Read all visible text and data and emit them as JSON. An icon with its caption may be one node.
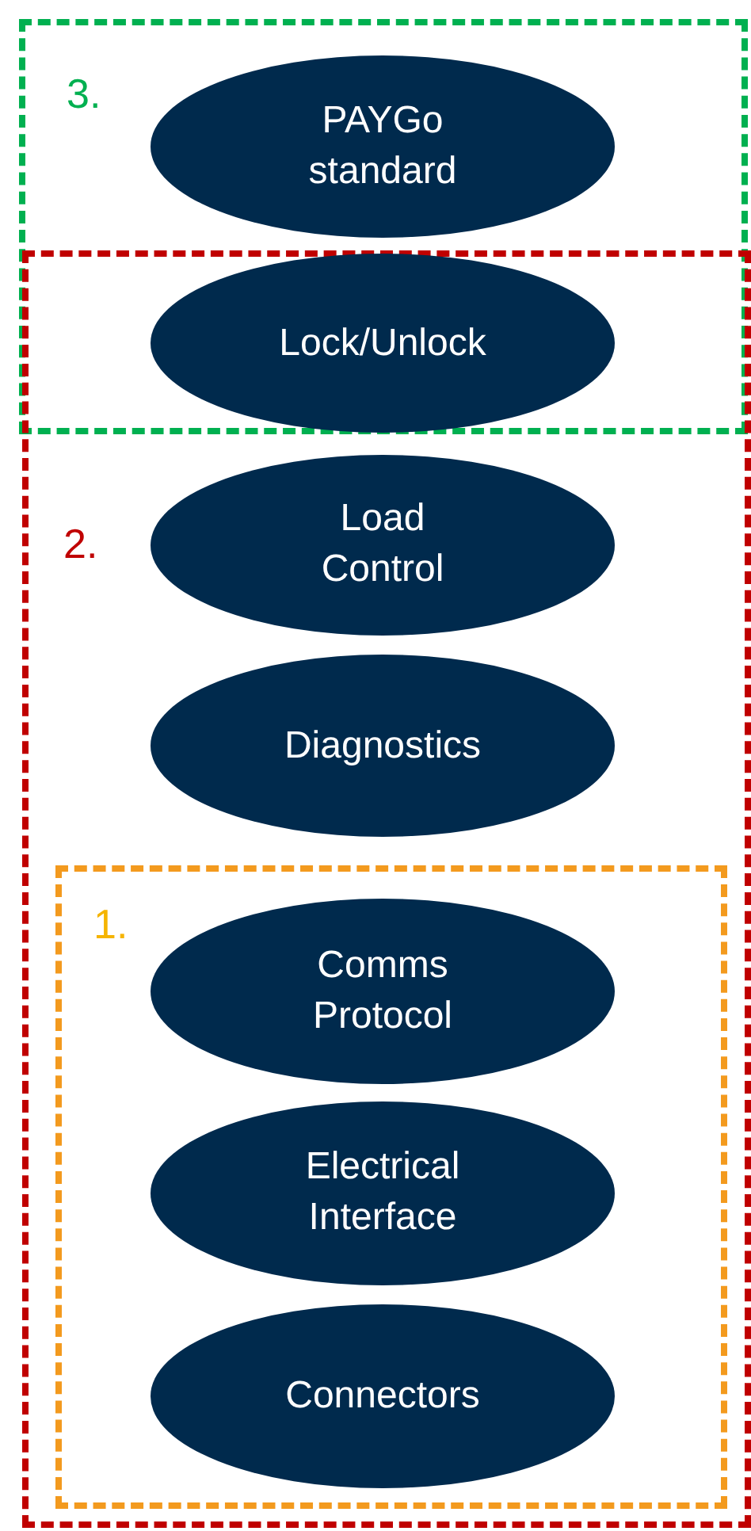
{
  "diagram": {
    "nodes": [
      {
        "text": [
          "3."
        ]
      },
      {
        "text": [
          "PAYGo standard"
        ],
        "in": 0
      },
      {
        "text": [
          "2."
        ]
      },
      {
        "text": [
          "Lock/Unlock"
        ]
      },
      {
        "text": [
          "Load Control"
        ],
        "in": 2
      },
      {
        "text": [
          "Diagnostics"
        ],
        "in": 2
      },
      {
        "text": [
          "1."
        ],
        "in": 2
      },
      {
        "text": [
          "Comms Protocol"
        ],
        "in": 6
      },
      {
        "text": [
          "Electrical Interface"
        ],
        "in": 6
      },
      {
        "text": [
          "Connectors"
        ],
        "in": 6
      }
    ]
  }
}
